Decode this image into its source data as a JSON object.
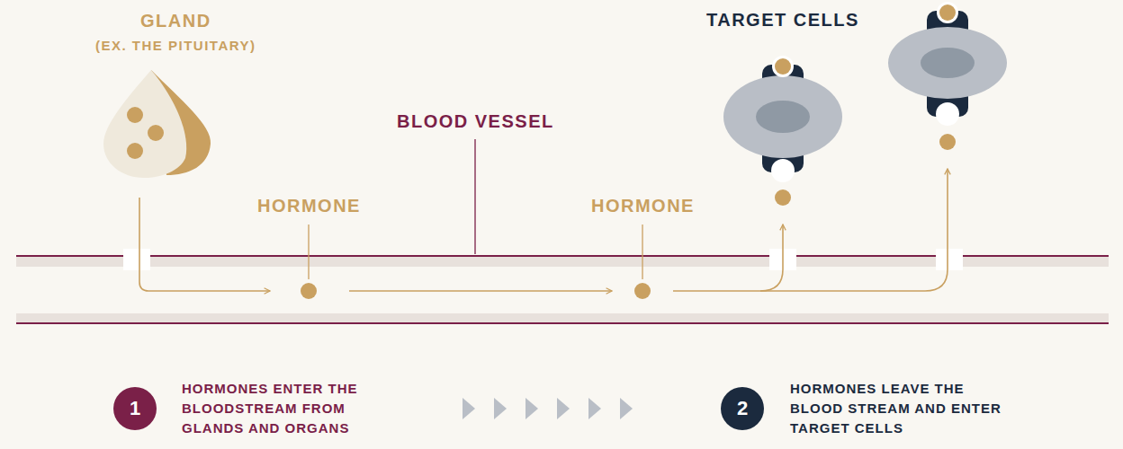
{
  "diagram": {
    "nodes": [
      {
        "text": [
          "GLAND",
          "(EX. THE PITUITARY)"
        ]
      },
      {
        "text": [
          "1"
        ]
      },
      {
        "text": [
          "2"
        ]
      }
    ],
    "labels": [
      "BLOOD VESSEL",
      "HORMONE",
      "HORMONE",
      "TARGET CELLS",
      "HORMONES ENTER THE BLOODSTREAM FROM GLANDS AND ORGANS",
      "HORMONES LEAVE THE BLOOD STREAM AND ENTER TARGET CELLS"
    ]
  }
}
